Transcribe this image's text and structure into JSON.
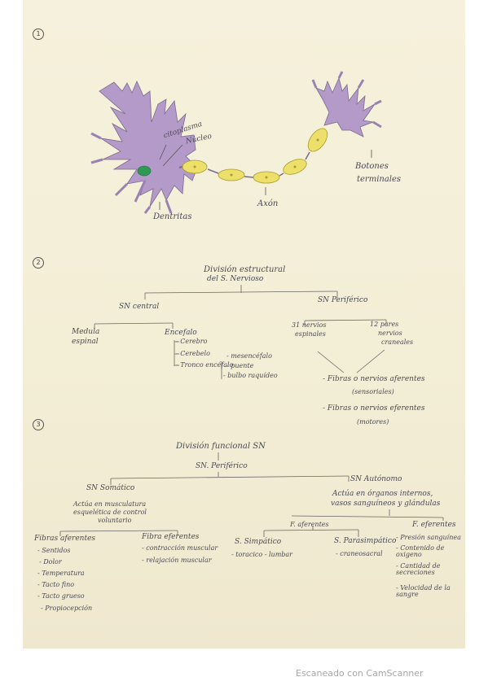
{
  "section1": {
    "number": "1",
    "labels": {
      "citoplasma": "citoplasma",
      "nucleo": "Núcleo",
      "dentritas": "Dentritas",
      "axon": "Axón",
      "botones_line1": "Botones",
      "botones_line2": "terminales"
    },
    "colors": {
      "neuron": "#b49ac8",
      "nucleus": "#2f9a55",
      "axon": "#ede06a"
    }
  },
  "section2": {
    "number": "2",
    "title_line1": "División estructural",
    "title_line2": "del S. Nervioso",
    "central": "SN central",
    "periferico": "SN Periférico",
    "medula_line1": "Medula",
    "medula_line2": "espinal",
    "encefalo": "Encefalo",
    "encefalo_items": [
      "- Cerebro",
      "- Cerebelo",
      "- Tronco encéfalo"
    ],
    "tronco_items": [
      "- mesencéfalo",
      "- puente",
      "- bulbo raquídeo"
    ],
    "espinales_line1": "31 nervios",
    "espinales_line2": "espinales",
    "craneales_line1": "12 pares",
    "craneales_line2": "nervios",
    "craneales_line3": "craneales",
    "aferentes_line1": "- Fibras o nervios aferentes",
    "aferentes_line2": "(sensoriales)",
    "eferentes_line1": "- Fibras o nervios eferentes",
    "eferentes_line2": "(motores)"
  },
  "section3": {
    "number": "3",
    "title": "División funcional SN",
    "periferico": "SN. Periférico",
    "somatico": "SN Somático",
    "somatico_desc": [
      "Actúa en musculatura",
      "esquelética de control",
      "voluntario"
    ],
    "autonomo": "SN Autónomo",
    "autonomo_desc": [
      "Actúa en órganos internos,",
      "vasos sanguíneos y glándulas"
    ],
    "fibras_aferentes": "Fibras aferentes",
    "aferentes_items": [
      "- Sentidos",
      "- Dolor",
      "- Temperatura",
      "- Tacto fino",
      "- Tacto grueso",
      "- Propiocepción"
    ],
    "fibras_eferentes": "Fibra eferentes",
    "eferentes_items": [
      "- contracción muscular",
      "- relajación muscular"
    ],
    "f_aferentes_aut": "F. aferentes",
    "simpatico": "S. Simpático",
    "simpatico_item": "- toracico - lumbar",
    "parasimpatico": "S. Parasimpático",
    "parasimpatico_item": "- craneosacral",
    "f_eferentes_aut": "F. eferentes",
    "eferentes_aut_items": [
      "- Presión sanguínea",
      "- Contenido de oxigeno",
      "- Cantidad de secreciones",
      "- Velocidad de la sangre"
    ]
  },
  "footer": "Escaneado con CamScanner"
}
